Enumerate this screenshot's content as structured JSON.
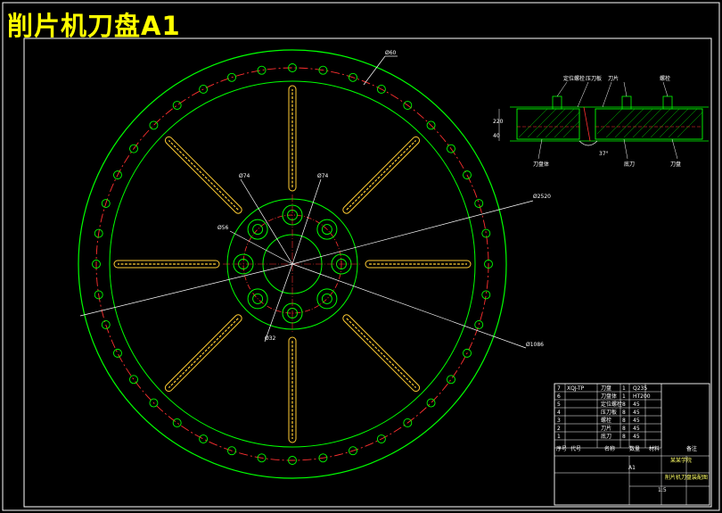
{
  "drawing": {
    "title": "削片机刀盘A1",
    "colors": {
      "background": "#000000",
      "outline": "#00ff00",
      "center_line": "#ff3030",
      "slot": "#ffcc33",
      "dimension": "#ffffff",
      "title": "#ffff00"
    },
    "dimensions": {
      "outer_hole_dia": "Ø60",
      "inner_hole_1": "Ø74",
      "inner_hole_2": "Ø74",
      "small_hole": "Ø56",
      "pitch_circle": "Ø2520",
      "disk_dia": "Ø1086",
      "bolt_hole": "Ø32"
    },
    "section_view": {
      "labels": [
        "定位螺栓",
        "压刀板",
        "刀片",
        "螺栓",
        "刀盘体",
        "底刀",
        "刀盘"
      ],
      "angle": "37°",
      "dim_left": "220",
      "dim_left2": "40"
    },
    "parts_table": {
      "rows": [
        {
          "no": "7",
          "code": "XQJ-TP",
          "name": "刀盘",
          "qty": "1",
          "material": "Q235"
        },
        {
          "no": "6",
          "code": "",
          "name": "刀盘体",
          "qty": "1",
          "material": "HT200"
        },
        {
          "no": "5",
          "code": "",
          "name": "定位螺栓",
          "qty": "8",
          "material": "45"
        },
        {
          "no": "4",
          "code": "",
          "name": "压刀板",
          "qty": "8",
          "material": "45"
        },
        {
          "no": "3",
          "code": "",
          "name": "螺栓",
          "qty": "8",
          "material": "45"
        },
        {
          "no": "2",
          "code": "",
          "name": "刀片",
          "qty": "8",
          "material": "45"
        },
        {
          "no": "1",
          "code": "",
          "name": "底刀",
          "qty": "8",
          "material": "45"
        }
      ],
      "header": {
        "no": "序号",
        "code": "代号",
        "name": "名称",
        "qty": "数量",
        "material": "材料",
        "remark": "备注"
      },
      "title_block": {
        "school": "某某学院",
        "drawing_name": "削片机刀盘装配图",
        "scale": "1:5",
        "sheet": "A1"
      }
    }
  }
}
